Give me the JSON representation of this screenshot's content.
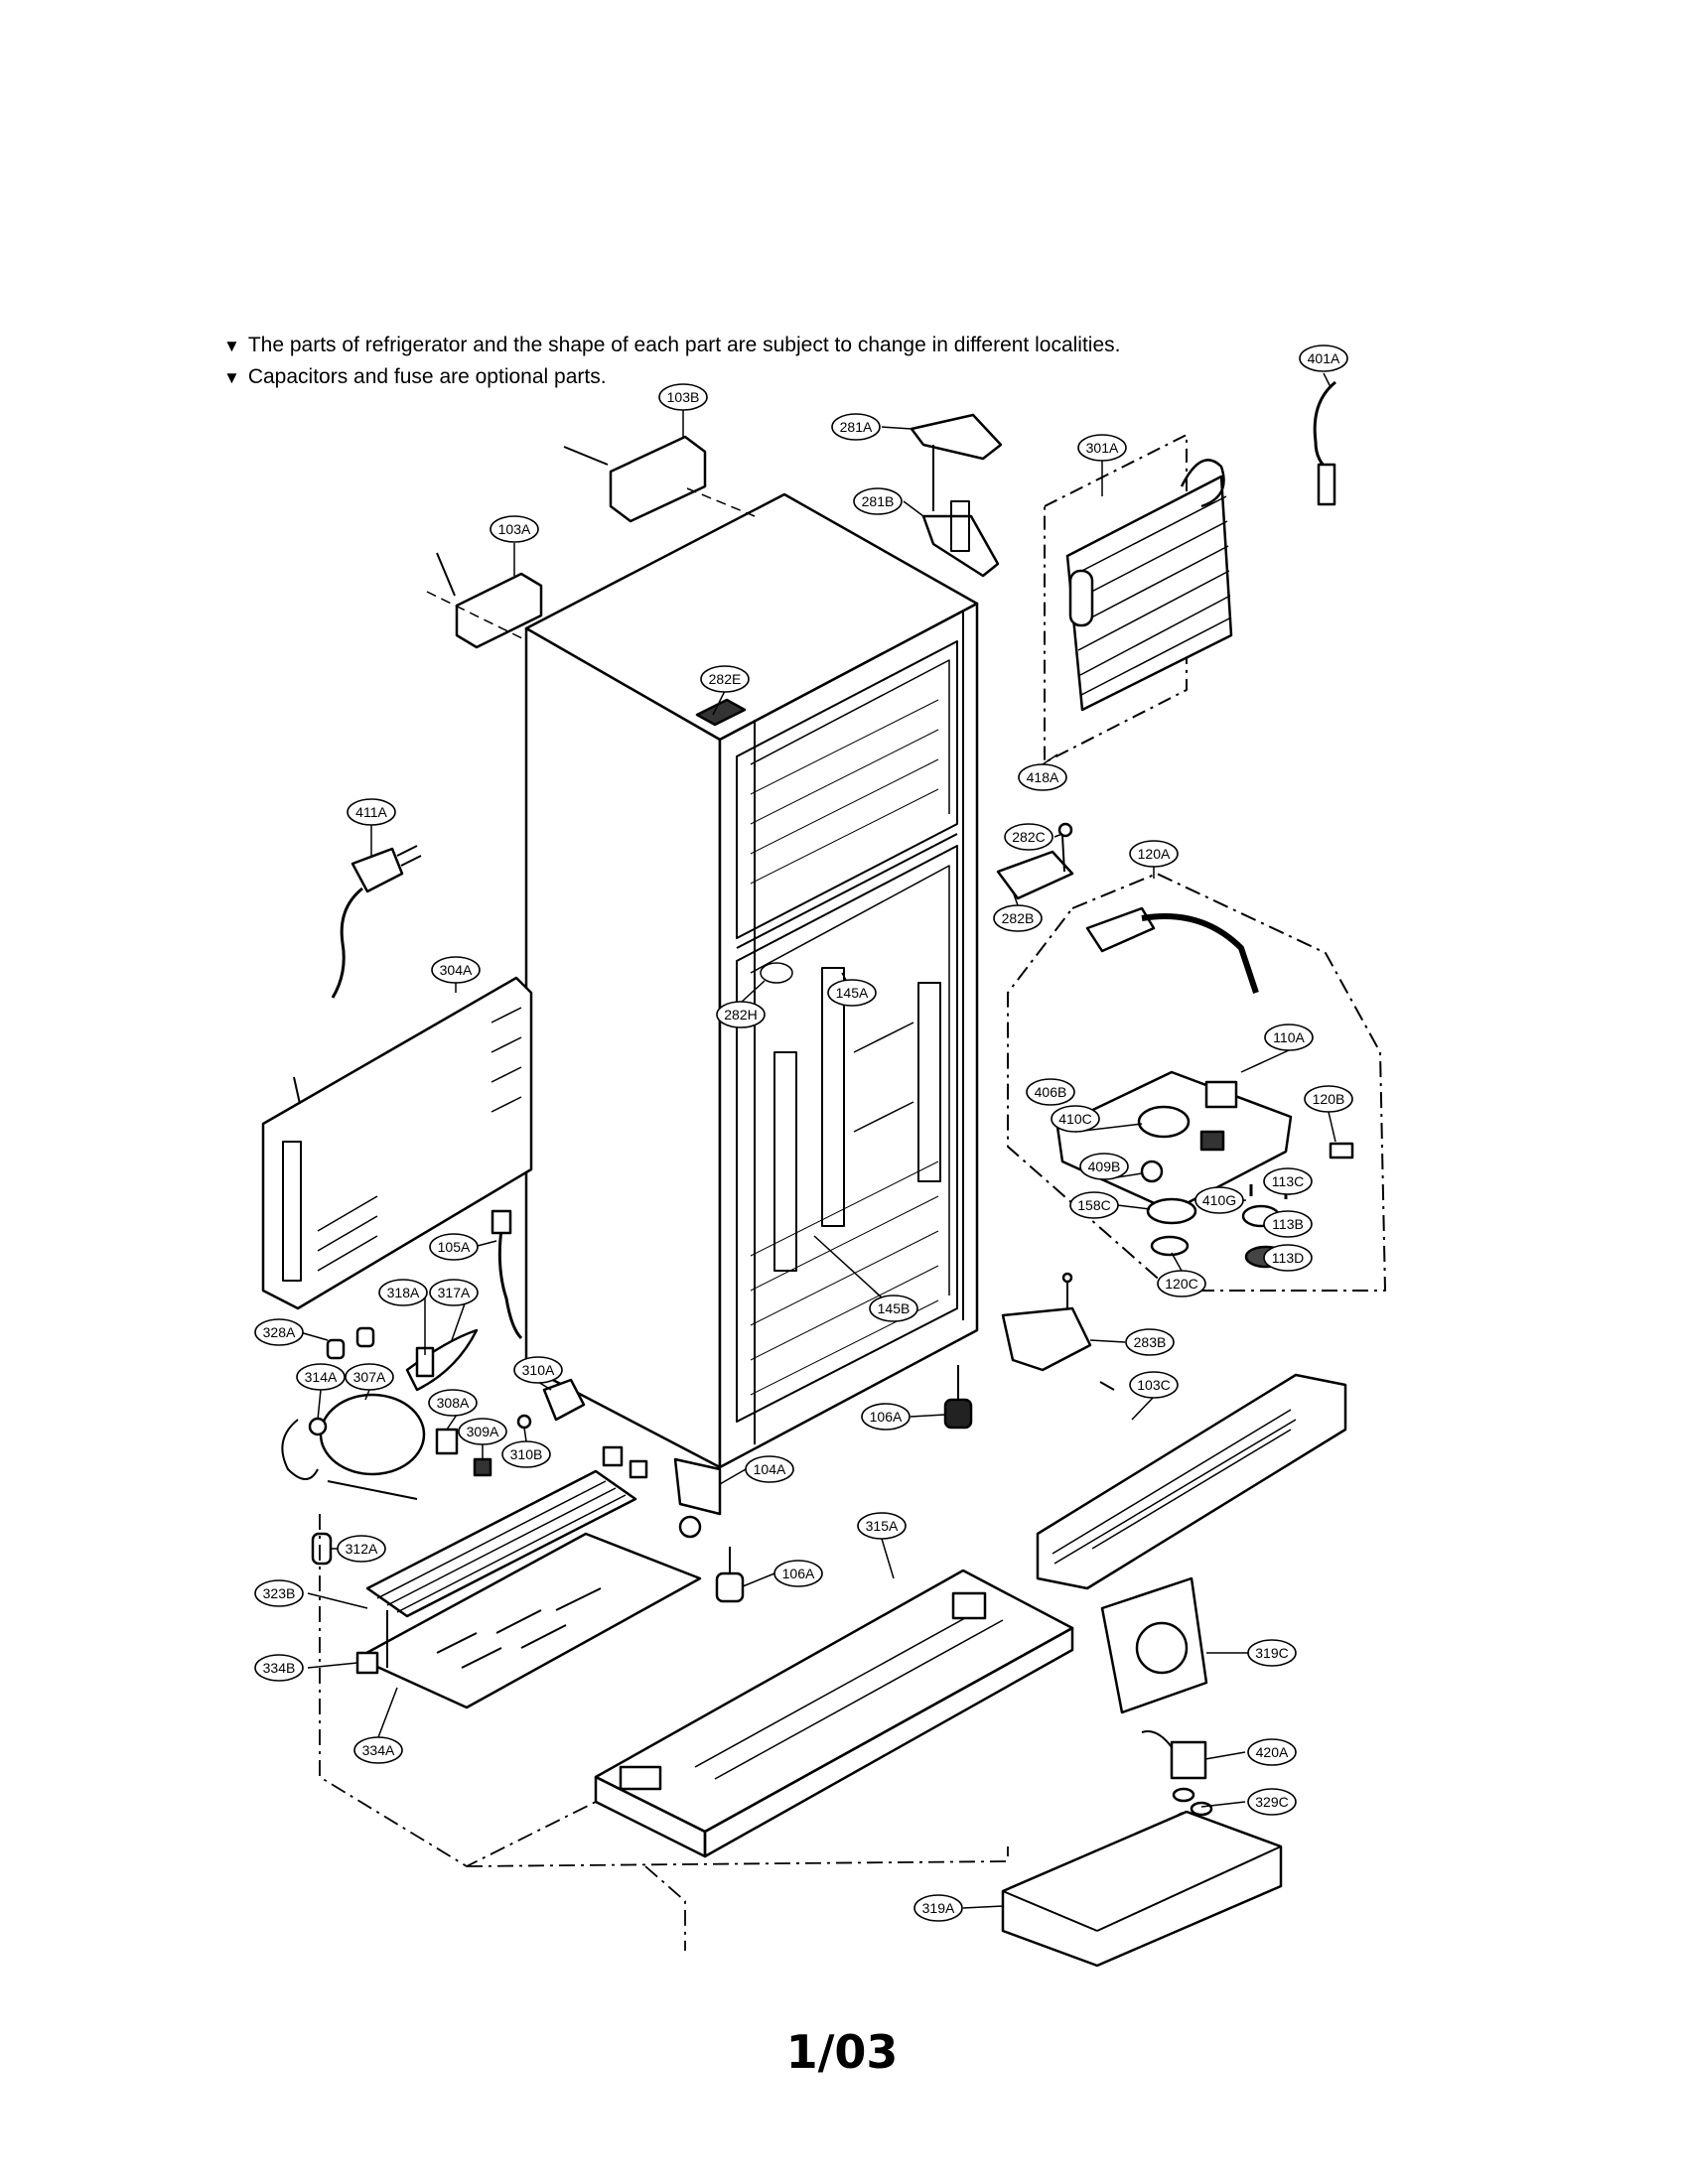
{
  "notes": [
    "The parts of refrigerator and the shape of each part are subject to change in different localities.",
    "Capacitors and fuse are optional parts."
  ],
  "note_marker": "▼",
  "page_number": "1/03",
  "callouts": [
    "103B",
    "281A",
    "401A",
    "301A",
    "281B",
    "103A",
    "282E",
    "418A",
    "411A",
    "282C",
    "120A",
    "282B",
    "304A",
    "145A",
    "282H",
    "110A",
    "120B",
    "406B",
    "410C",
    "409B",
    "410G",
    "113C",
    "158C",
    "113B",
    "105A",
    "120C",
    "113D",
    "145B",
    "318A",
    "317A",
    "328A",
    "283B",
    "310A",
    "314A",
    "307A",
    "308A",
    "103C",
    "309A",
    "310B",
    "106A",
    "104A",
    "315A",
    "312A",
    "106A",
    "323B",
    "319C",
    "334B",
    "334A",
    "420A",
    "329C",
    "319A"
  ]
}
